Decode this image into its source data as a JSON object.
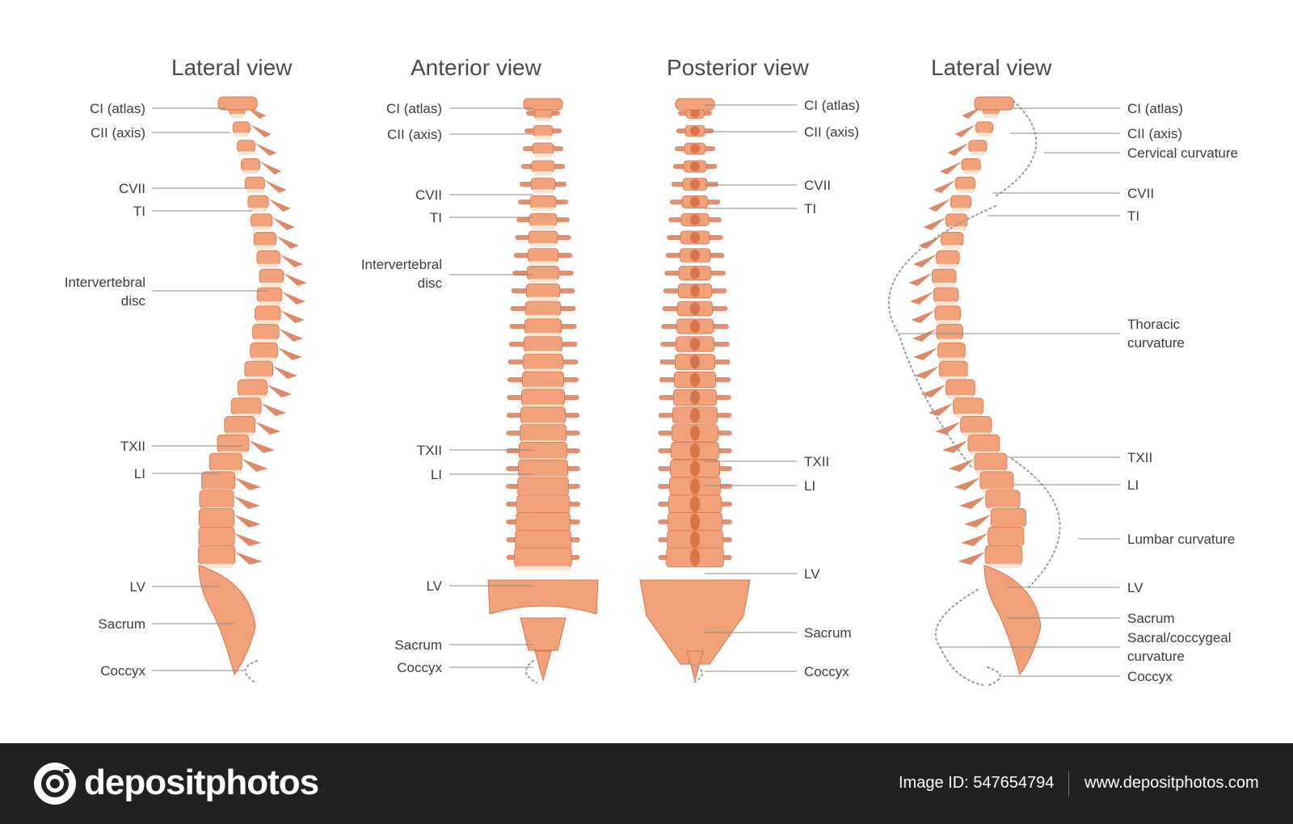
{
  "panels": [
    {
      "title": "Lateral view",
      "labels": [
        "CI (atlas)",
        "CII (axis)",
        "CVII",
        "TI",
        "Intervertebral\ndisc",
        "TXII",
        "LI",
        "LV",
        "Sacrum",
        "Coccyx"
      ]
    },
    {
      "title": "Anterior view",
      "labels": [
        "CI (atlas)",
        "CII (axis)",
        "CVII",
        "TI",
        "Intervertebral\ndisc",
        "TXII",
        "LI",
        "LV",
        "Sacrum",
        "Coccyx"
      ]
    },
    {
      "title": "Posterior view",
      "labels": [
        "CI (atlas)",
        "CII (axis)",
        "CVII",
        "TI",
        "TXII",
        "LI",
        "LV",
        "Sacrum",
        "Coccyx"
      ]
    },
    {
      "title": "Lateral view",
      "labels": [
        "CI (atlas)",
        "CII (axis)",
        "Cervical curvature",
        "CVII",
        "TI",
        "Thoracic\ncurvature",
        "TXII",
        "LI",
        "Lumbar curvature",
        "LV",
        "Sacrum",
        "Sacral/coccygeal\ncurvature",
        "Coccyx"
      ]
    }
  ],
  "colors": {
    "bone": "#f2a27a",
    "bone_shadow": "#d9734c",
    "disc": "#f8e6d4",
    "leader": "#8a8a8a",
    "footer_bg": "#212121"
  },
  "footer": {
    "logo_icon": "camera-lens-icon",
    "brand": "depositphotos",
    "image_id": "Image ID: 547654794",
    "website": "www.depositphotos.com"
  }
}
